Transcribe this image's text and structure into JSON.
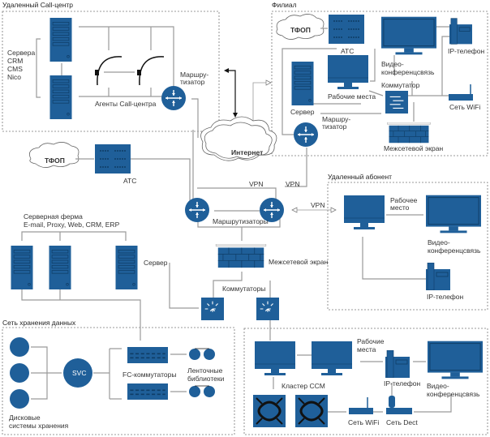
{
  "sections": {
    "call_center": {
      "title": "Удаленный Call-центр",
      "servers_label": [
        "Сервера",
        "CRM",
        "CMS",
        "Nico"
      ],
      "agents_label": "Агенты Call-центра",
      "router_label": [
        "Маршру-",
        "тизатор"
      ]
    },
    "branch": {
      "title": "Филиал",
      "pstn": "ТФОП",
      "pbx": "АТС",
      "workstations": "Рабочие места",
      "video": [
        "Видео-",
        "конференцсвязь"
      ],
      "ip_phone": "IP-телефон",
      "switch": "Коммутатор",
      "wifi": "Сеть WiFi",
      "server": "Сервер",
      "router": [
        "Маршру-",
        "тизатор"
      ],
      "firewall": "Межсетевой экран"
    },
    "core": {
      "internet": "Интернет",
      "vpn": [
        "VPN",
        "VPN",
        "VPN"
      ],
      "pstn": "ТФОП",
      "pbx": "АТС",
      "routers": "Маршрутизаторы",
      "firewall": "Межсетевой экран",
      "switches": "Коммутаторы",
      "server": "Сервер"
    },
    "server_farm": {
      "title": [
        "Серверная ферма",
        "E-mail, Proxy, Web, CRM, ERP"
      ]
    },
    "remote_user": {
      "title": "Удаленный абонент",
      "workstation": [
        "Рабочее",
        "место"
      ],
      "video": [
        "Видео-",
        "конференцсвязь"
      ],
      "ip_phone": "IP-телефон"
    },
    "storage": {
      "title": "Сеть хранения данных",
      "svc": "SVC",
      "fc_switches": "FC-коммутаторы",
      "tape": [
        "Ленточные",
        "библиотеки"
      ],
      "disks": [
        "Дисковые",
        "системы хранения"
      ]
    },
    "office": {
      "workstations": [
        "Рабочие",
        "места"
      ],
      "ccm": "Кластер CCM",
      "ip_phone": "IP-телефон",
      "video": [
        "Видео-",
        "конференцсвязь"
      ],
      "wifi": "Сеть WiFi",
      "dect": "Сеть Dect"
    }
  },
  "colors": {
    "device_blue": "#1f5f99",
    "line_gray": "#9a9a9a"
  }
}
